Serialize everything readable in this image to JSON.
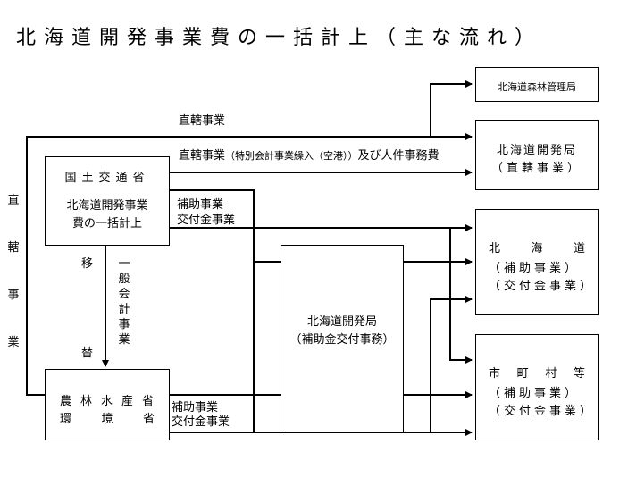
{
  "title": "北海道開発事業費の一括計上（主な流れ）",
  "boxes": {
    "mlit_line1": "国土交通省",
    "mlit_inner_line1": "北海道開発事業",
    "mlit_inner_line2": "費の一括計上",
    "maff_line1": "農林水産省",
    "maff_line2": "環境省",
    "hdb_center_line1": "北海道開発局",
    "hdb_center_line2": "（補助金交付事務）",
    "forest": "北海道森林管理局",
    "hdb_right_line1": "北海道開発局",
    "hdb_right_line2": "（直轄事業）",
    "hokkaido_line1": "北　海　道",
    "hokkaido_line2": "（補助事業）",
    "hokkaido_line3": "（交付金事業）",
    "municipal_line1": "市町村等",
    "municipal_line2": "（補助事業）",
    "municipal_line3": "（交付金事業）"
  },
  "labels": {
    "direct_top": "直轄事業",
    "direct_middle_a": "直轄事業",
    "direct_middle_b": "（特別会計事業繰入（空港））",
    "direct_middle_c": "及び人件事務費",
    "subsidy1_line1": "補助事業",
    "subsidy1_line2": "交付金事業",
    "subsidy2_line1": "補助事業",
    "subsidy2_line2": "交付金事業",
    "left_vertical": [
      "直",
      "轄",
      "事",
      "業"
    ],
    "transfer_vertical_a": "移",
    "transfer_vertical_b": "替",
    "general_account_vertical": [
      "一",
      "般",
      "会",
      "計",
      "事",
      "業"
    ]
  }
}
